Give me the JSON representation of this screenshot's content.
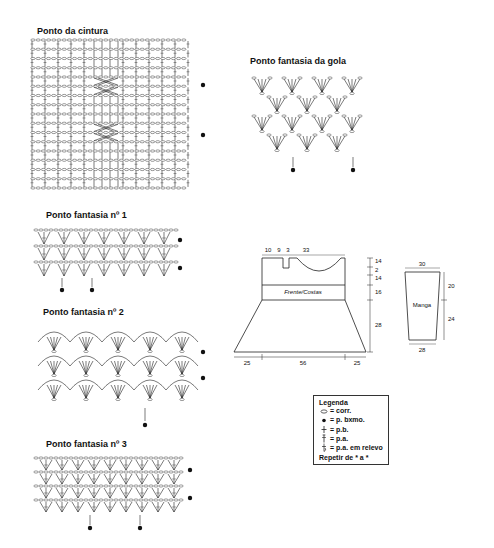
{
  "diagram": {
    "nodes": [
      {
        "text": [
          "Frente/Costas"
        ]
      },
      {
        "text": [
          "Manga"
        ]
      },
      {
        "text": [
          "Legenda"
        ]
      }
    ],
    "labels": [
      "Ponto da cintura",
      "Ponto fantasia da gola",
      "Ponto fantasia nº 1",
      "Ponto fantasia nº 2",
      "Ponto fantasia nº 3",
      "10",
      "9",
      "3",
      "33",
      "14",
      "2",
      "14",
      "16",
      "28",
      "25",
      "56",
      "25",
      "30",
      "20",
      "24",
      "28",
      "Repetir de * a *"
    ],
    "legend": [
      {
        "text": "= corr."
      },
      {
        "text": "= p. bxmo."
      },
      {
        "text": "= p.b."
      },
      {
        "text": "= p.a."
      },
      {
        "text": "= p.a. em relevo"
      }
    ]
  }
}
